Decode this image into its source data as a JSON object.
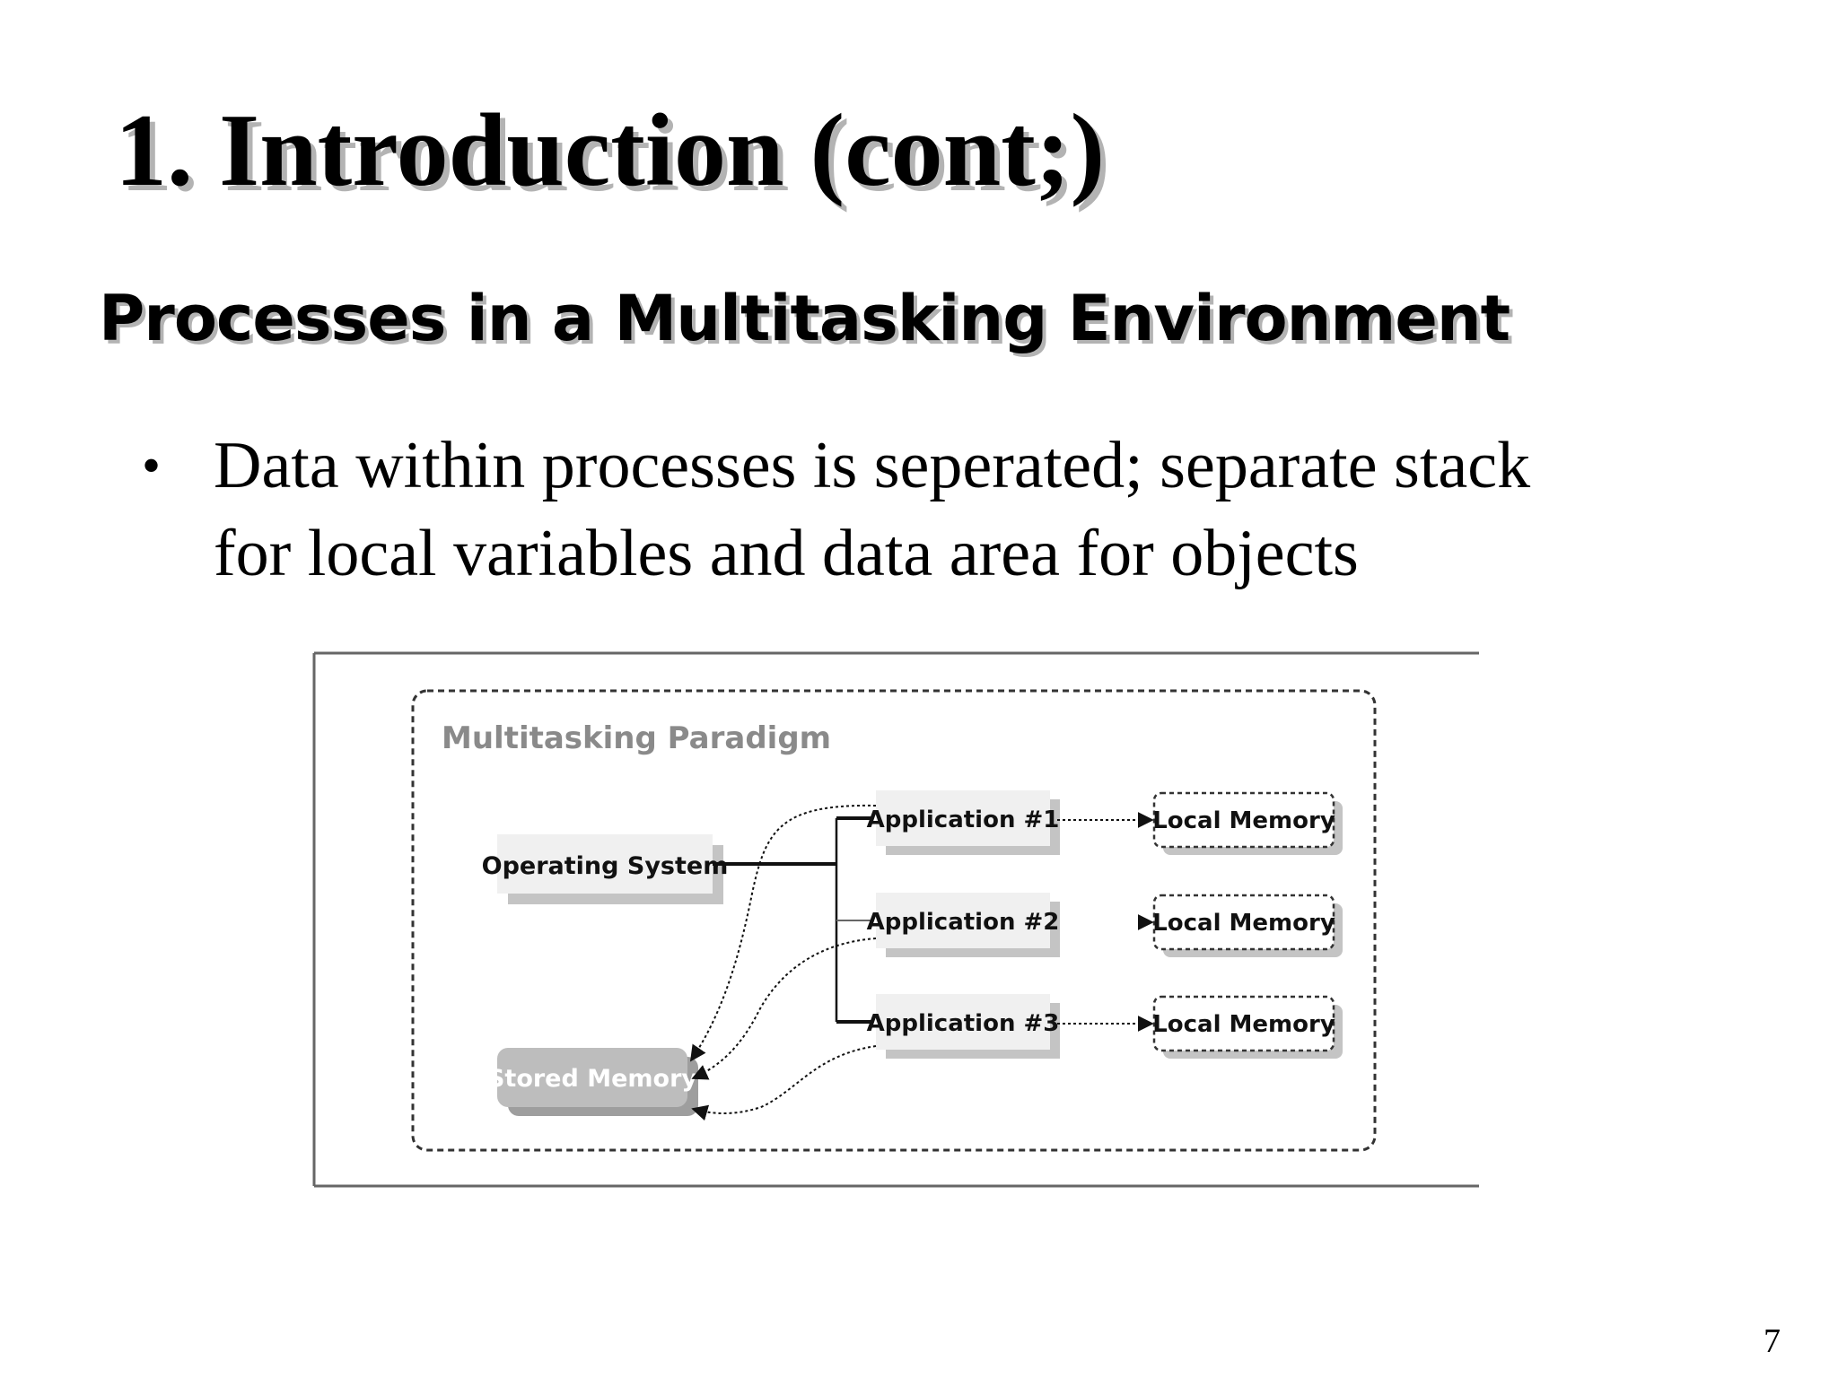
{
  "slide": {
    "title": "1. Introduction (cont;)",
    "subtitle": "Processes in a Multitasking Environment",
    "bullets": [
      {
        "lines": [
          "Data within processes is seperated; separate stack",
          "for local variables and  data area for objects"
        ]
      }
    ],
    "page_number": "7"
  },
  "diagram": {
    "frame_title": "Multitasking Paradigm",
    "operating_system": "Operating System",
    "shared_memory": "Stored Memory",
    "applications": [
      "Application #1",
      "Application #2",
      "Application #3"
    ],
    "local_memory": [
      "Local Memory",
      "Local Memory",
      "Local Memory"
    ],
    "colors": {
      "box_fill": "#f0f0f0",
      "box_shadow": "#c4c4c4",
      "shared_fill": "#bdbdbd",
      "frame_title": "#8a8a8a",
      "lines": "#111111"
    }
  }
}
